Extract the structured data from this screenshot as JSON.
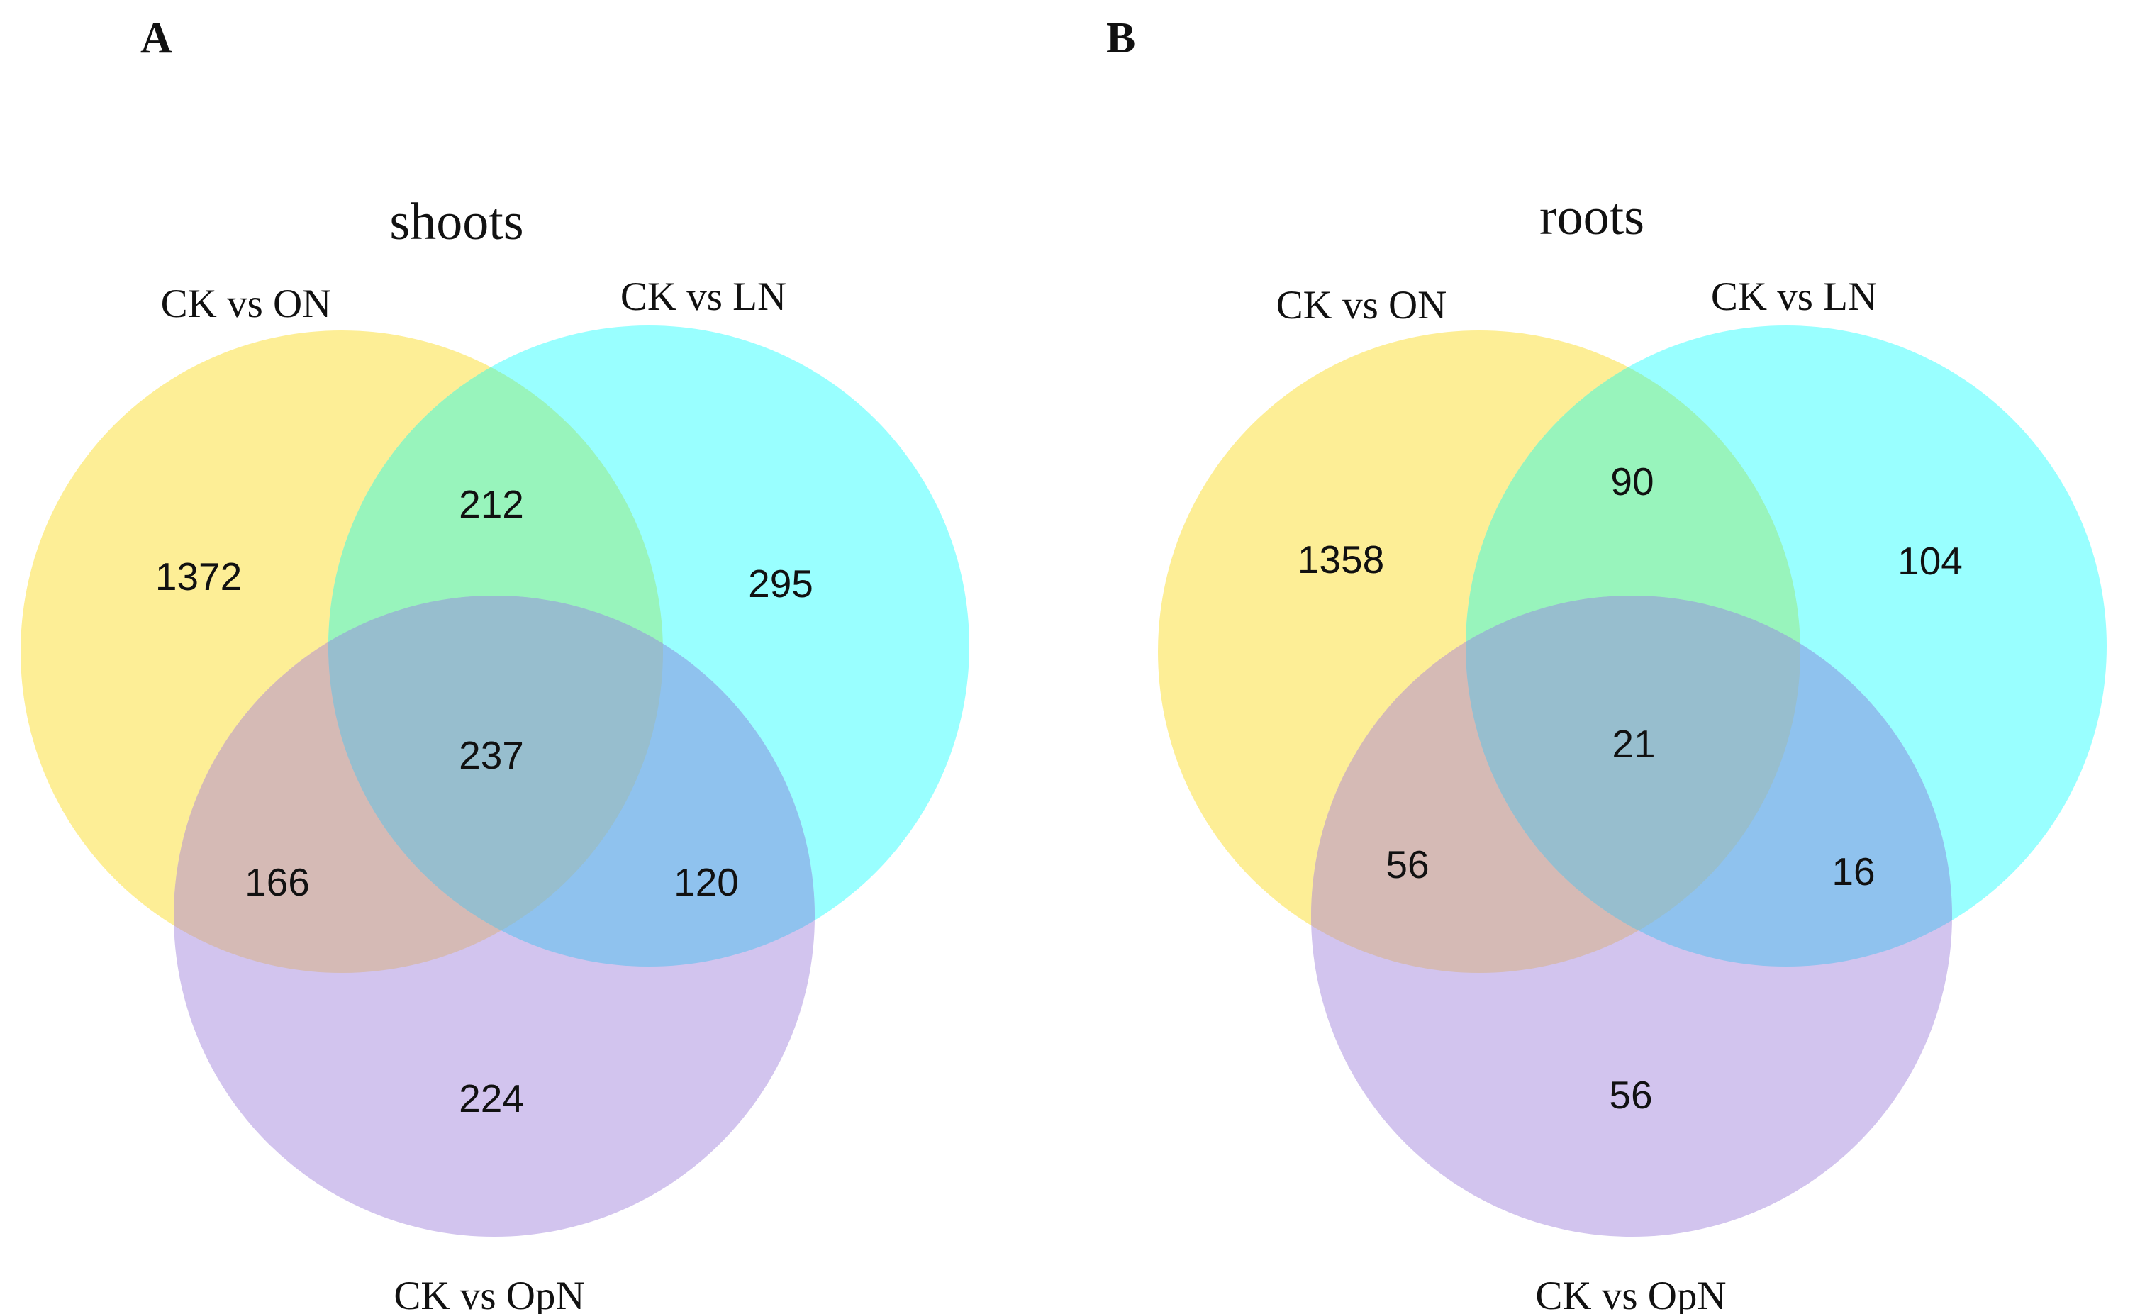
{
  "figure": {
    "background": "#ffffff",
    "colors": {
      "set_on": "#FDEE96",
      "set_ln": "#99FFFF",
      "set_opn": "#D2C4EE",
      "overlap_on_ln": "#98F4BC",
      "overlap_on_opn": "#D5BAB5",
      "overlap_ln_opn": "#8FC2EE",
      "overlap_center": "#97BECE",
      "text": "#111111"
    },
    "panels": [
      {
        "panel_label": "A",
        "title": "shoots",
        "set_labels": {
          "on": "CK vs ON",
          "ln": "CK vs LN",
          "opn": "CK vs OpN"
        },
        "counts": {
          "on_only": "1372",
          "on_ln": "212",
          "ln_only": "295",
          "on_ln_opn": "237",
          "on_opn": "166",
          "ln_opn": "120",
          "opn_only": "224"
        }
      },
      {
        "panel_label": "B",
        "title": "roots",
        "set_labels": {
          "on": "CK vs ON",
          "ln": "CK vs LN",
          "opn": "CK vs OpN"
        },
        "counts": {
          "on_only": "1358",
          "on_ln": "90",
          "ln_only": "104",
          "on_ln_opn": "21",
          "on_opn": "56",
          "ln_opn": "16",
          "opn_only": "56"
        }
      }
    ]
  },
  "chart_data": [
    {
      "type": "venn",
      "title": "shoots",
      "sets": [
        "CK vs ON",
        "CK vs LN",
        "CK vs OpN"
      ],
      "regions": [
        {
          "sets": [
            "CK vs ON"
          ],
          "value": 1372
        },
        {
          "sets": [
            "CK vs LN"
          ],
          "value": 295
        },
        {
          "sets": [
            "CK vs OpN"
          ],
          "value": 224
        },
        {
          "sets": [
            "CK vs ON",
            "CK vs LN"
          ],
          "value": 212
        },
        {
          "sets": [
            "CK vs ON",
            "CK vs OpN"
          ],
          "value": 166
        },
        {
          "sets": [
            "CK vs LN",
            "CK vs OpN"
          ],
          "value": 120
        },
        {
          "sets": [
            "CK vs ON",
            "CK vs LN",
            "CK vs OpN"
          ],
          "value": 237
        }
      ]
    },
    {
      "type": "venn",
      "title": "roots",
      "sets": [
        "CK vs ON",
        "CK vs LN",
        "CK vs OpN"
      ],
      "regions": [
        {
          "sets": [
            "CK vs ON"
          ],
          "value": 1358
        },
        {
          "sets": [
            "CK vs LN"
          ],
          "value": 104
        },
        {
          "sets": [
            "CK vs OpN"
          ],
          "value": 56
        },
        {
          "sets": [
            "CK vs ON",
            "CK vs LN"
          ],
          "value": 90
        },
        {
          "sets": [
            "CK vs ON",
            "CK vs OpN"
          ],
          "value": 56
        },
        {
          "sets": [
            "CK vs LN",
            "CK vs OpN"
          ],
          "value": 16
        },
        {
          "sets": [
            "CK vs ON",
            "CK vs LN",
            "CK vs OpN"
          ],
          "value": 21
        }
      ]
    }
  ]
}
